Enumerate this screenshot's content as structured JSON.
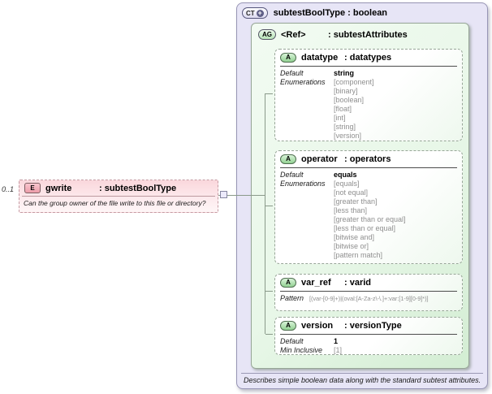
{
  "icons": {
    "ct_plus": "+"
  },
  "element": {
    "cardinality": "0..1",
    "badge": "E",
    "name": "gwrite",
    "type": ": subtestBoolType",
    "annotation": "Can the group owner of the file write to this file or directory?"
  },
  "complex_type": {
    "badge": "CT",
    "title": "subtestBoolType : boolean",
    "footer": "Describes simple boolean data along with the standard subtest attributes.",
    "attribute_group": {
      "badge": "AG",
      "name": "<Ref>",
      "type": ": subtestAttributes",
      "attributes": [
        {
          "badge": "A",
          "name": "datatype",
          "type": ": datatypes",
          "rows": [
            {
              "label": "Default",
              "value": "string",
              "style": "default"
            },
            {
              "label": "Enumerations",
              "value": "[component]",
              "style": "enum"
            },
            {
              "label": "",
              "value": "[binary]",
              "style": "enum"
            },
            {
              "label": "",
              "value": "[boolean]",
              "style": "enum"
            },
            {
              "label": "",
              "value": "[float]",
              "style": "enum"
            },
            {
              "label": "",
              "value": "[int]",
              "style": "enum"
            },
            {
              "label": "",
              "value": "[string]",
              "style": "enum"
            },
            {
              "label": "",
              "value": "[version]",
              "style": "enum"
            }
          ]
        },
        {
          "badge": "A",
          "name": "operator",
          "type": ": operators",
          "rows": [
            {
              "label": "Default",
              "value": "equals",
              "style": "default"
            },
            {
              "label": "Enumerations",
              "value": "[equals]",
              "style": "enum"
            },
            {
              "label": "",
              "value": "[not equal]",
              "style": "enum"
            },
            {
              "label": "",
              "value": "[greater than]",
              "style": "enum"
            },
            {
              "label": "",
              "value": "[less than]",
              "style": "enum"
            },
            {
              "label": "",
              "value": "[greater than or equal]",
              "style": "enum"
            },
            {
              "label": "",
              "value": "[less than or equal]",
              "style": "enum"
            },
            {
              "label": "",
              "value": "[bitwise and]",
              "style": "enum"
            },
            {
              "label": "",
              "value": "[bitwise or]",
              "style": "enum"
            },
            {
              "label": "",
              "value": "[pattern match]",
              "style": "enum"
            }
          ]
        },
        {
          "badge": "A",
          "name": "var_ref",
          "type": ": varid",
          "rows": [
            {
              "label": "Pattern",
              "value": "[(var-[0-9]+)|(oval:[A-Za-z\\-\\.]+:var:[1-9][0-9]*)]",
              "style": "enum"
            }
          ]
        },
        {
          "badge": "A",
          "name": "version",
          "type": ": versionType",
          "rows": [
            {
              "label": "Default",
              "value": "1",
              "style": "default"
            },
            {
              "label": "Min Inclusive",
              "value": "[1]",
              "style": "enum"
            }
          ]
        }
      ]
    }
  }
}
